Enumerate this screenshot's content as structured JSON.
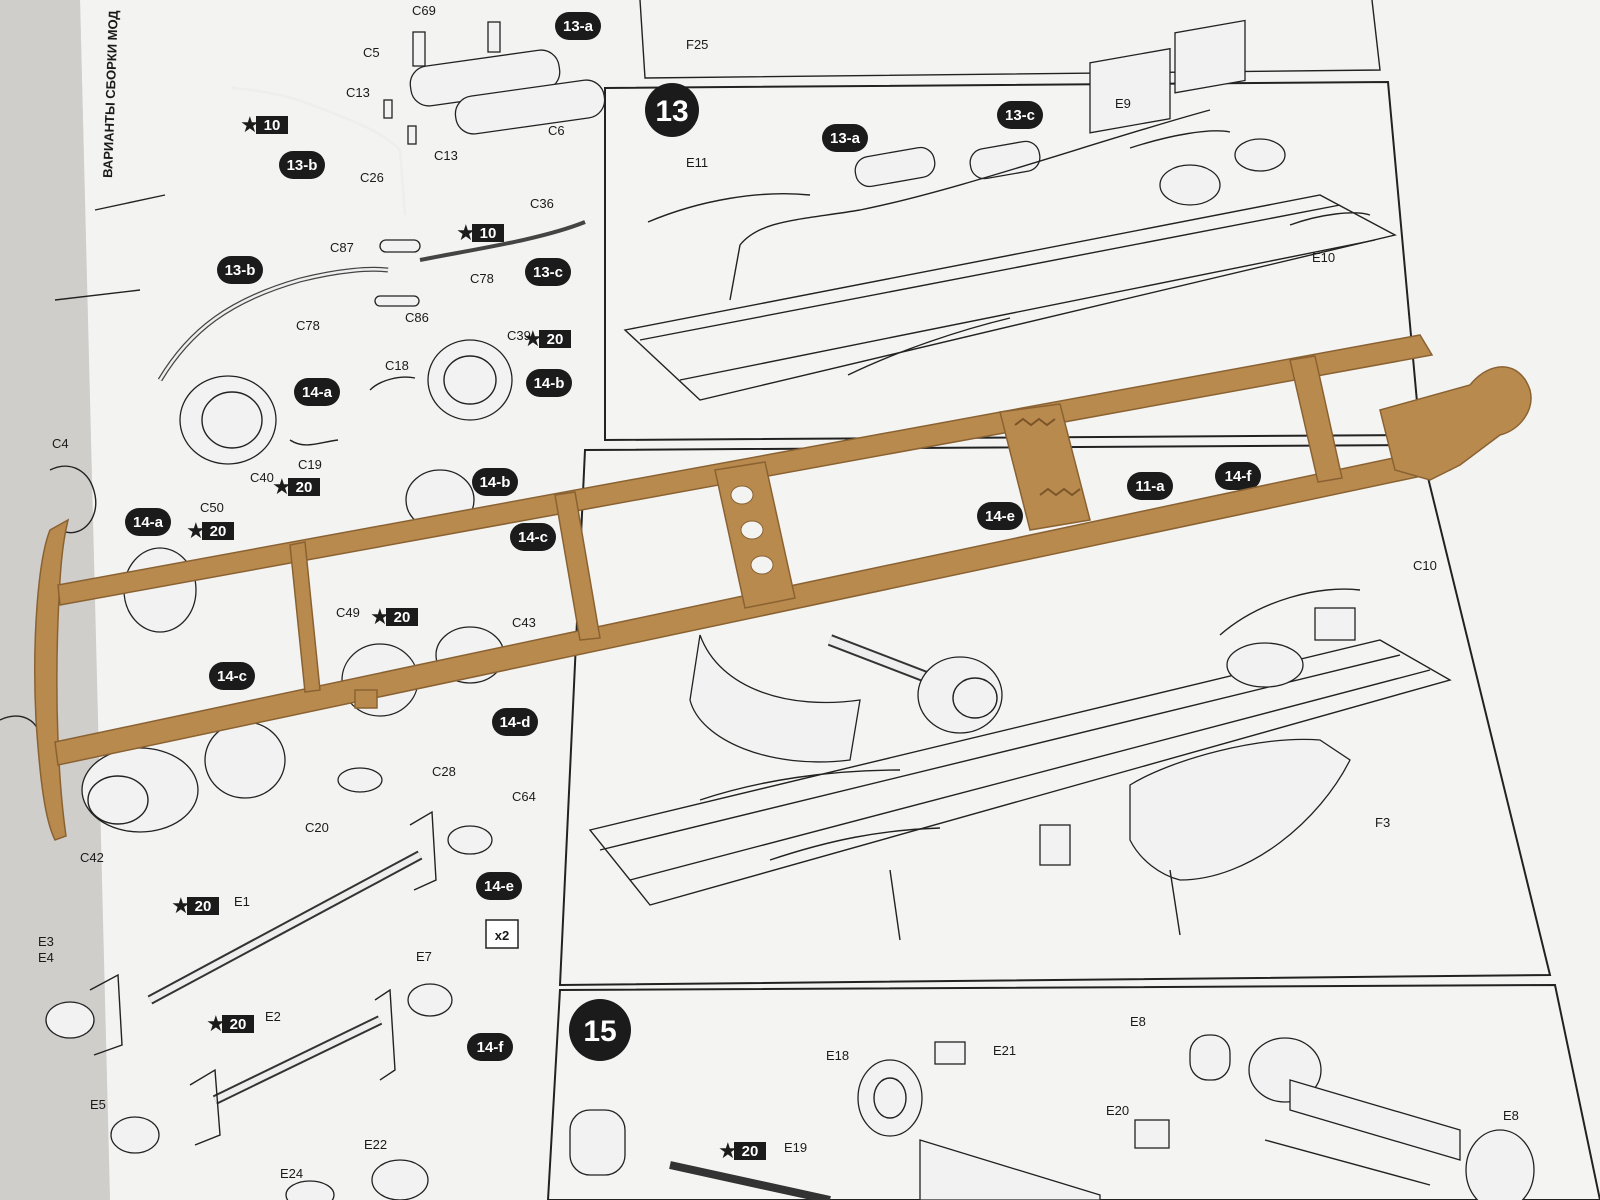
{
  "sheet": {
    "side_text": "ВАРИАНТЫ СБОРКИ МОД",
    "x2_label": "x2"
  },
  "colors": {
    "paper": "#f3f3f1",
    "ink": "#222222",
    "frame": "#b98a4e",
    "background": "#d9d8d4"
  },
  "steps": {
    "s13": "13",
    "s15": "15"
  },
  "badges": [
    "13-a",
    "13-b",
    "13-c",
    "14-a",
    "14-b",
    "14-c",
    "14-d",
    "14-e",
    "14-f",
    "13-a",
    "13-c",
    "13-b",
    "14-a",
    "14-b",
    "14-c",
    "14-e",
    "14-f",
    "11-a"
  ],
  "stars": [
    "10",
    "10",
    "20",
    "20",
    "20",
    "20",
    "20",
    "20",
    "20"
  ],
  "labels": [
    "C69",
    "C5",
    "C6",
    "C13",
    "C13",
    "C26",
    "C36",
    "C87",
    "C78",
    "C78",
    "C86",
    "C39",
    "C18",
    "C40",
    "C19",
    "C4",
    "C50",
    "C49",
    "C43",
    "C28",
    "C20",
    "C42",
    "C64",
    "E1",
    "E3",
    "E4",
    "E7",
    "E2",
    "E5",
    "E22",
    "E24",
    "F25",
    "E9",
    "E11",
    "E10",
    "C10",
    "F3",
    "E8",
    "E18",
    "E21",
    "E20",
    "E19",
    "E8"
  ]
}
